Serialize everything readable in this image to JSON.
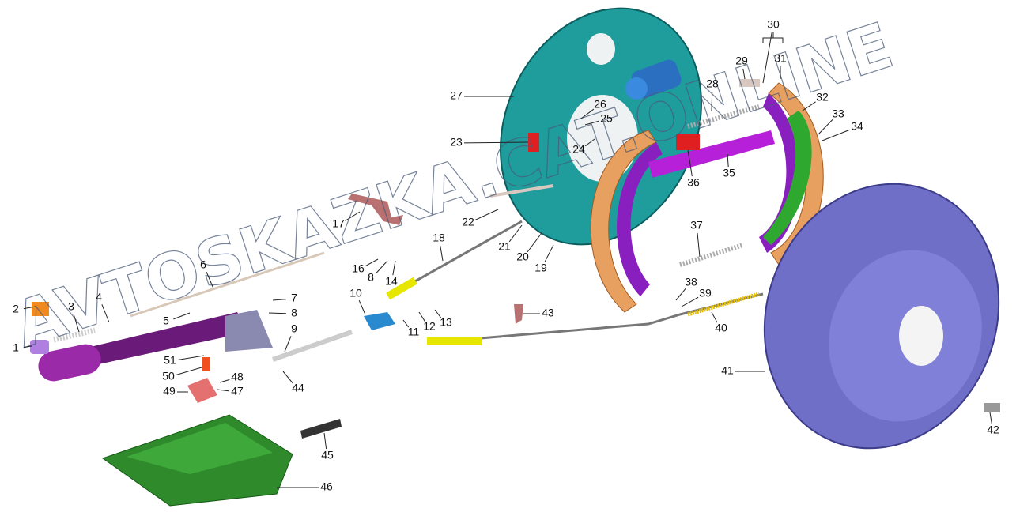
{
  "diagram": {
    "title": "Parking brake and rear drum brake exploded view",
    "watermark": "AVTOSKAZKA.CAT.ONLINE",
    "callouts": [
      "1",
      "2",
      "3",
      "4",
      "5",
      "6",
      "7",
      "8",
      "9",
      "10",
      "11",
      "12",
      "13",
      "14",
      "16",
      "8",
      "17",
      "18",
      "19",
      "20",
      "21",
      "22",
      "23",
      "24",
      "25",
      "26",
      "27",
      "28",
      "29",
      "30",
      "31",
      "32",
      "33",
      "34",
      "35",
      "36",
      "37",
      "38",
      "39",
      "40",
      "41",
      "42",
      "43",
      "44",
      "45",
      "46",
      "47",
      "48",
      "49",
      "50",
      "51"
    ],
    "colors": {
      "backing_plate": "#1f9c9c",
      "drum": "#6f6fc8",
      "shoe_lining": "#e8a060",
      "shoe_web": "#8a1fc0",
      "lever": "#6a1a78",
      "tray": "#2e8a2a",
      "cable_tip": "#e6e600",
      "red_part": "#e02020"
    }
  }
}
